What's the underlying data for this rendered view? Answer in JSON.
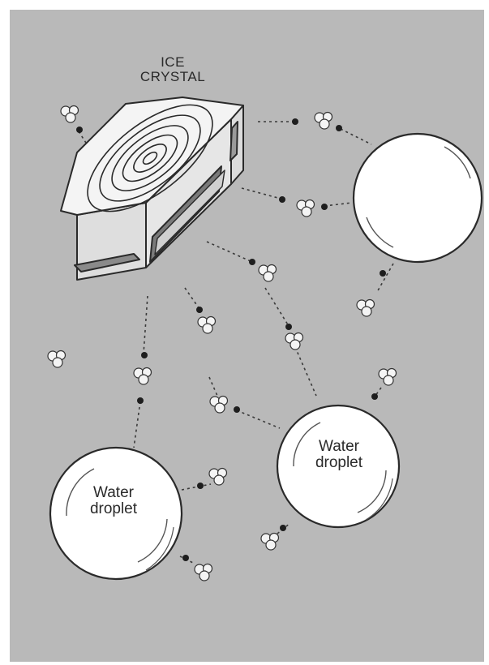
{
  "diagram": {
    "background_color": "#b9b9b9",
    "frame_color": "#ffffff",
    "crystal": {
      "line1": "ICE",
      "line2": "CRYSTAL"
    },
    "droplets": [
      {
        "line1": "",
        "line2": ""
      },
      {
        "line1": "Water",
        "line2": "droplet"
      },
      {
        "line1": "Water",
        "line2": "droplet"
      }
    ]
  }
}
